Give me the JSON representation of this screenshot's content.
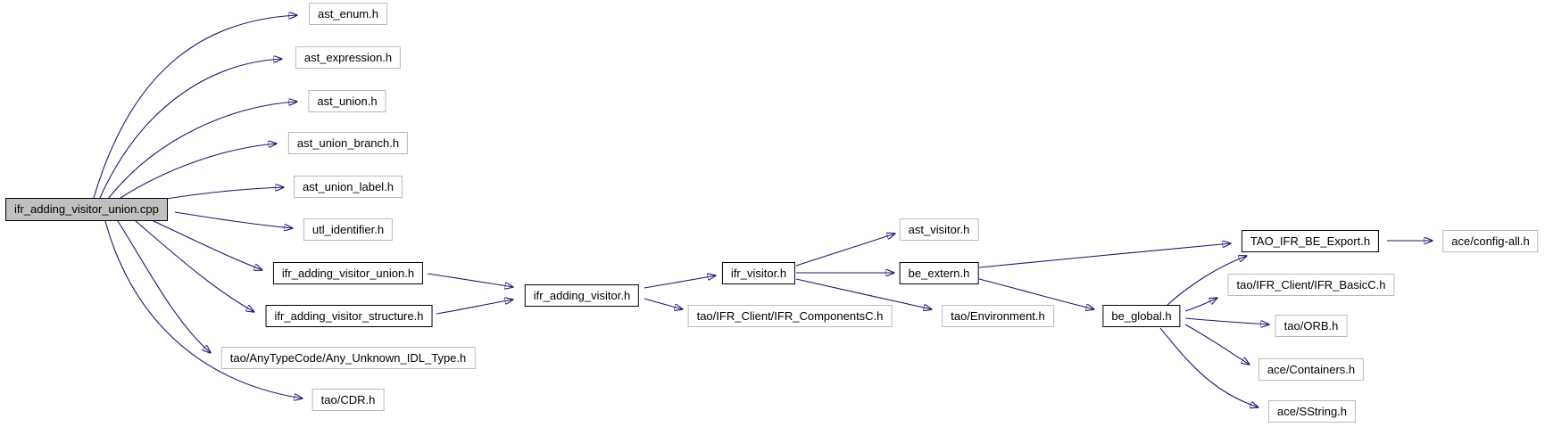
{
  "diagram": {
    "type": "include-dependency-graph",
    "colors": {
      "edge": "#191970",
      "root_fill": "#c0c0c0",
      "plain_border": "#b9b9b9",
      "emphasis_border": "#000000",
      "node_fill": "#ffffff",
      "text": "#000000"
    },
    "nodes": [
      {
        "id": "ifr_adding_visitor_union.cpp",
        "label": "ifr_adding_visitor_union.cpp",
        "role": "root",
        "emphasized": true
      },
      {
        "id": "ast_enum.h",
        "label": "ast_enum.h",
        "emphasized": false
      },
      {
        "id": "ast_expression.h",
        "label": "ast_expression.h",
        "emphasized": false
      },
      {
        "id": "ast_union.h",
        "label": "ast_union.h",
        "emphasized": false
      },
      {
        "id": "ast_union_branch.h",
        "label": "ast_union_branch.h",
        "emphasized": false
      },
      {
        "id": "ast_union_label.h",
        "label": "ast_union_label.h",
        "emphasized": false
      },
      {
        "id": "utl_identifier.h",
        "label": "utl_identifier.h",
        "emphasized": false
      },
      {
        "id": "ifr_adding_visitor_union.h",
        "label": "ifr_adding_visitor_union.h",
        "emphasized": true
      },
      {
        "id": "ifr_adding_visitor_structure.h",
        "label": "ifr_adding_visitor_structure.h",
        "emphasized": true
      },
      {
        "id": "tao/AnyTypeCode/Any_Unknown_IDL_Type.h",
        "label": "tao/AnyTypeCode/Any_Unknown_IDL_Type.h",
        "emphasized": false
      },
      {
        "id": "tao/CDR.h",
        "label": "tao/CDR.h",
        "emphasized": false
      },
      {
        "id": "ifr_adding_visitor.h",
        "label": "ifr_adding_visitor.h",
        "emphasized": true
      },
      {
        "id": "ifr_visitor.h",
        "label": "ifr_visitor.h",
        "emphasized": true
      },
      {
        "id": "tao/IFR_Client/IFR_ComponentsC.h",
        "label": "tao/IFR_Client/IFR_ComponentsC.h",
        "emphasized": false
      },
      {
        "id": "ast_visitor.h",
        "label": "ast_visitor.h",
        "emphasized": false
      },
      {
        "id": "be_extern.h",
        "label": "be_extern.h",
        "emphasized": true
      },
      {
        "id": "tao/Environment.h",
        "label": "tao/Environment.h",
        "emphasized": false
      },
      {
        "id": "be_global.h",
        "label": "be_global.h",
        "emphasized": true
      },
      {
        "id": "TAO_IFR_BE_Export.h",
        "label": "TAO_IFR_BE_Export.h",
        "emphasized": true
      },
      {
        "id": "tao/IFR_Client/IFR_BasicC.h",
        "label": "tao/IFR_Client/IFR_BasicC.h",
        "emphasized": false
      },
      {
        "id": "tao/ORB.h",
        "label": "tao/ORB.h",
        "emphasized": false
      },
      {
        "id": "ace/Containers.h",
        "label": "ace/Containers.h",
        "emphasized": false
      },
      {
        "id": "ace/SString.h",
        "label": "ace/SString.h",
        "emphasized": false
      },
      {
        "id": "ace/config-all.h",
        "label": "ace/config-all.h",
        "emphasized": false
      }
    ],
    "edges": [
      {
        "from": "ifr_adding_visitor_union.cpp",
        "to": "ast_enum.h"
      },
      {
        "from": "ifr_adding_visitor_union.cpp",
        "to": "ast_expression.h"
      },
      {
        "from": "ifr_adding_visitor_union.cpp",
        "to": "ast_union.h"
      },
      {
        "from": "ifr_adding_visitor_union.cpp",
        "to": "ast_union_branch.h"
      },
      {
        "from": "ifr_adding_visitor_union.cpp",
        "to": "ast_union_label.h"
      },
      {
        "from": "ifr_adding_visitor_union.cpp",
        "to": "utl_identifier.h"
      },
      {
        "from": "ifr_adding_visitor_union.cpp",
        "to": "ifr_adding_visitor_union.h"
      },
      {
        "from": "ifr_adding_visitor_union.cpp",
        "to": "ifr_adding_visitor_structure.h"
      },
      {
        "from": "ifr_adding_visitor_union.cpp",
        "to": "tao/AnyTypeCode/Any_Unknown_IDL_Type.h"
      },
      {
        "from": "ifr_adding_visitor_union.cpp",
        "to": "tao/CDR.h"
      },
      {
        "from": "ifr_adding_visitor_union.h",
        "to": "ifr_adding_visitor.h"
      },
      {
        "from": "ifr_adding_visitor_structure.h",
        "to": "ifr_adding_visitor.h"
      },
      {
        "from": "ifr_adding_visitor.h",
        "to": "ifr_visitor.h"
      },
      {
        "from": "ifr_adding_visitor.h",
        "to": "tao/IFR_Client/IFR_ComponentsC.h"
      },
      {
        "from": "ifr_visitor.h",
        "to": "ast_visitor.h"
      },
      {
        "from": "ifr_visitor.h",
        "to": "be_extern.h"
      },
      {
        "from": "ifr_visitor.h",
        "to": "tao/Environment.h"
      },
      {
        "from": "be_extern.h",
        "to": "TAO_IFR_BE_Export.h"
      },
      {
        "from": "be_extern.h",
        "to": "be_global.h"
      },
      {
        "from": "be_global.h",
        "to": "TAO_IFR_BE_Export.h"
      },
      {
        "from": "be_global.h",
        "to": "tao/IFR_Client/IFR_BasicC.h"
      },
      {
        "from": "be_global.h",
        "to": "tao/ORB.h"
      },
      {
        "from": "be_global.h",
        "to": "ace/Containers.h"
      },
      {
        "from": "be_global.h",
        "to": "ace/SString.h"
      },
      {
        "from": "TAO_IFR_BE_Export.h",
        "to": "ace/config-all.h"
      }
    ]
  }
}
